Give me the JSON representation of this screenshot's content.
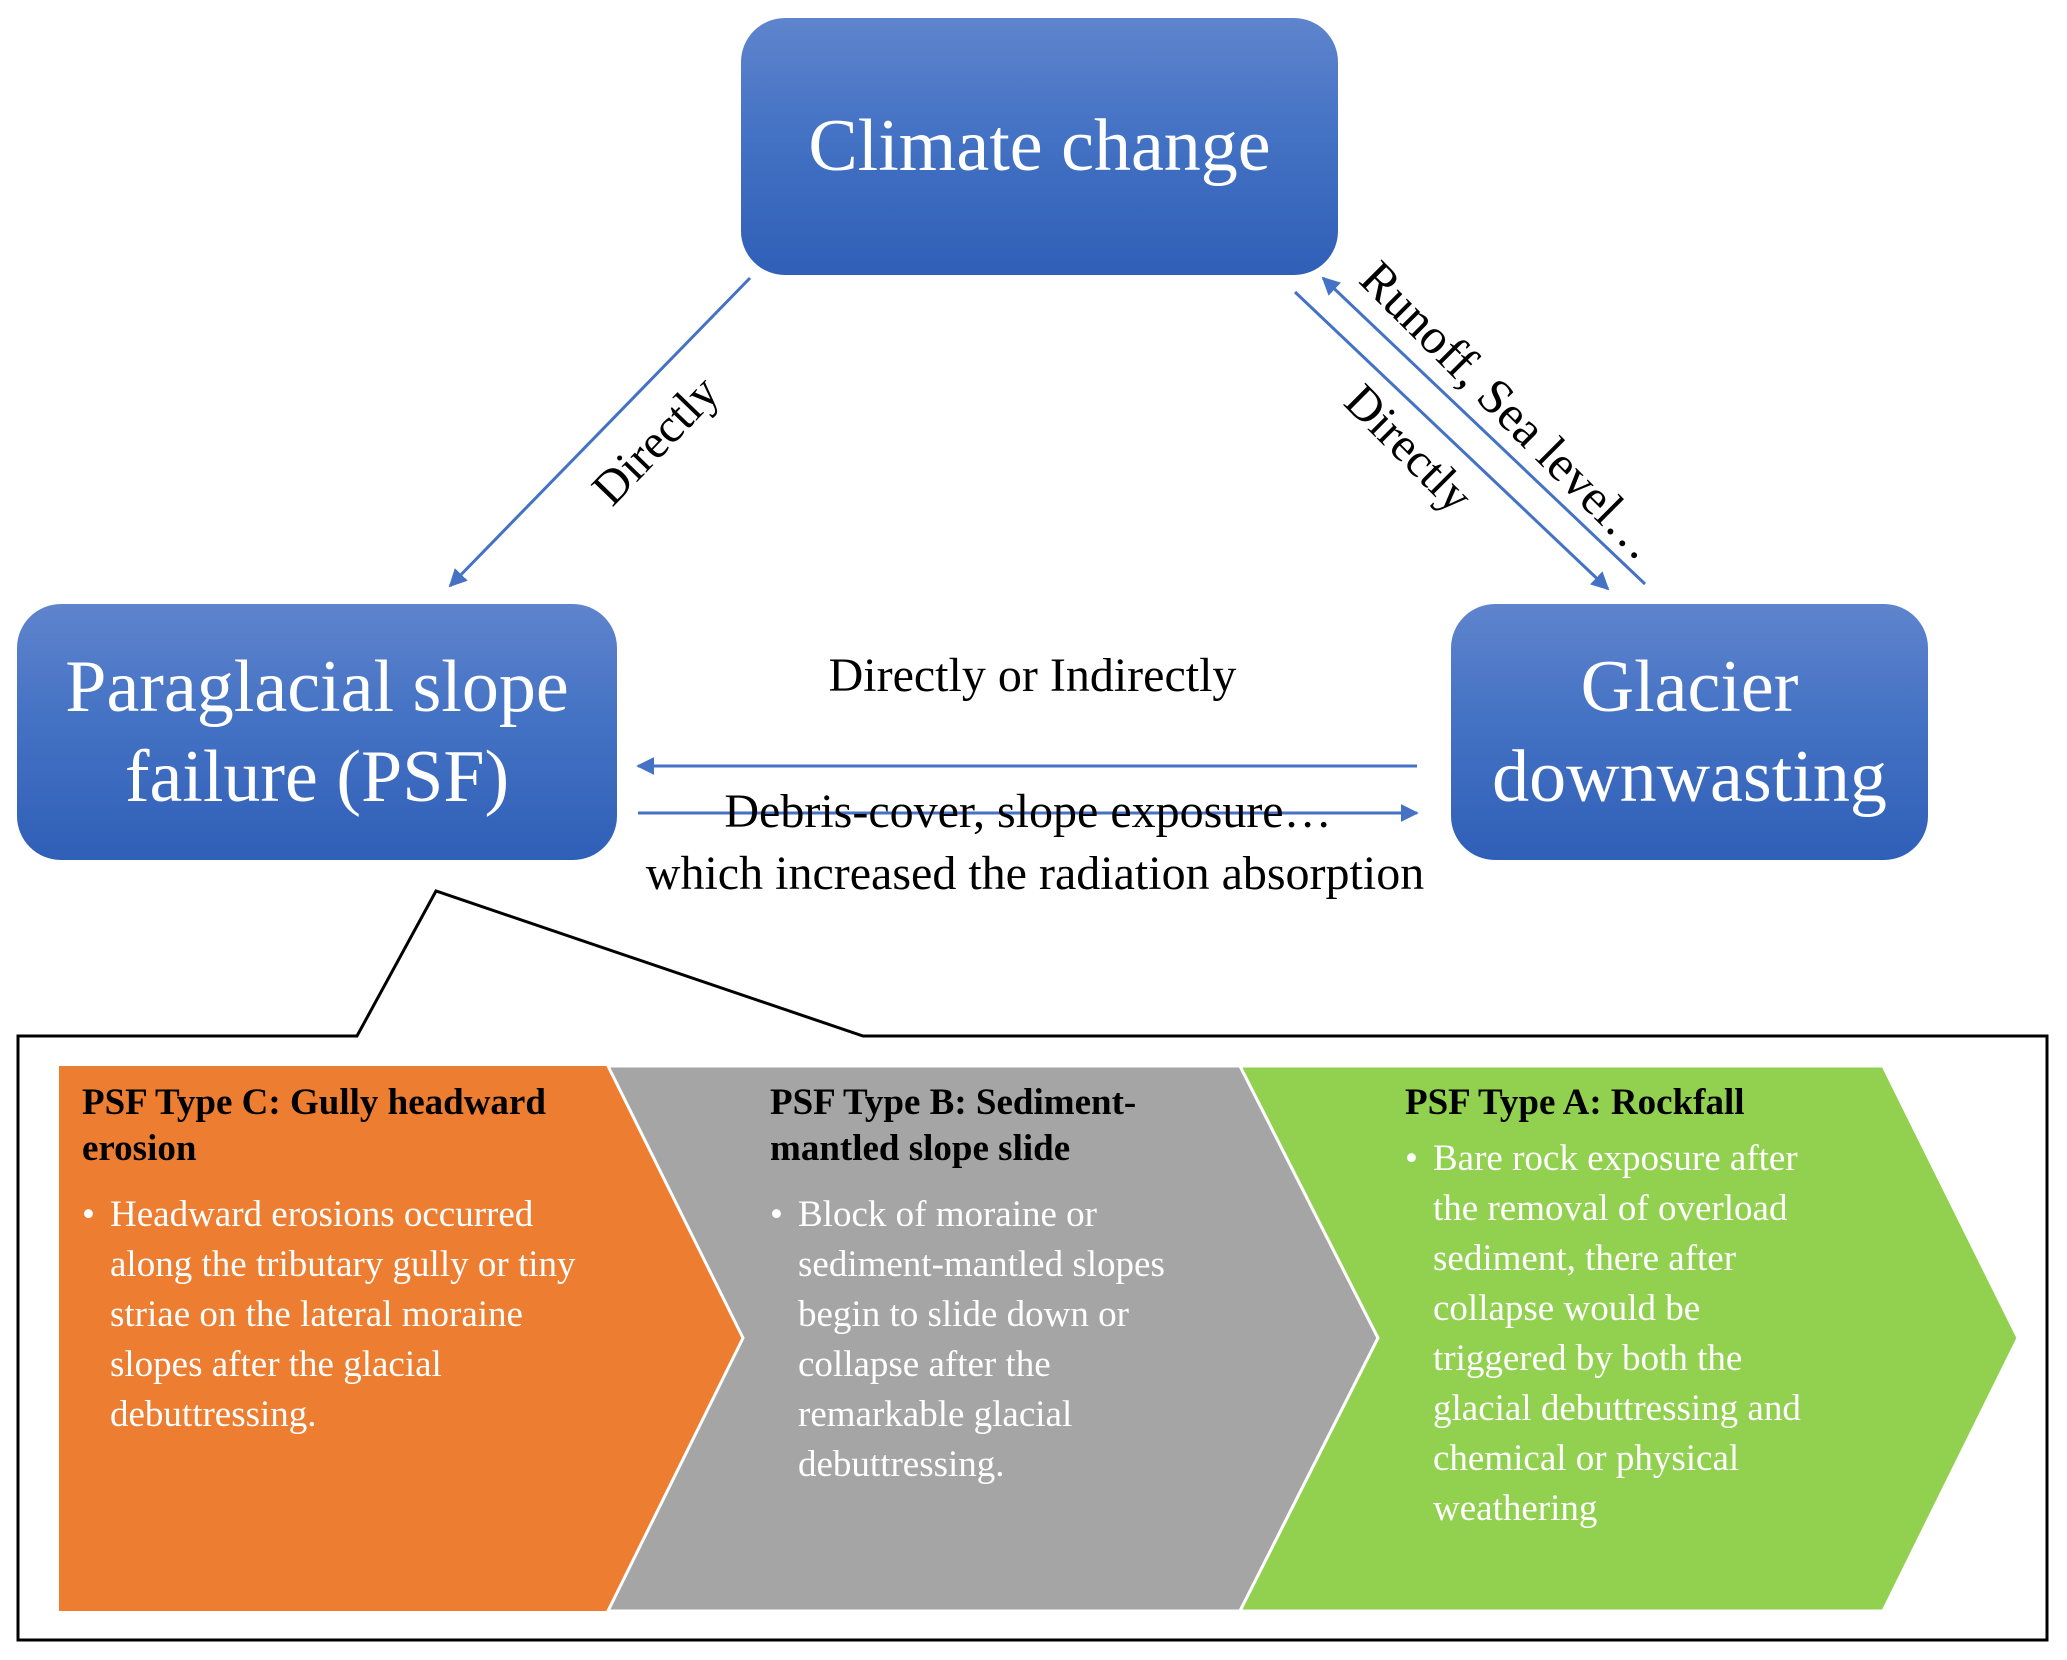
{
  "colors": {
    "node_blue": "#4472c4",
    "arrow_blue": "#4472c4",
    "type_c": "#ed7d31",
    "type_b": "#a5a5a5",
    "type_a": "#92d050"
  },
  "nodes": {
    "climate": "Climate change",
    "psf": [
      "Paraglacial slope",
      "failure (PSF)"
    ],
    "glacier": [
      "Glacier",
      "downwasting"
    ]
  },
  "edges": {
    "climate_to_psf": "Directly",
    "climate_to_glacier": "Directly",
    "glacier_to_climate": "Runoff, Sea level…",
    "glacier_to_psf": "Directly or Indirectly",
    "psf_to_glacier": [
      "Debris-cover, slope exposure…",
      "which increased the radiation absorption"
    ]
  },
  "psf_types": [
    {
      "title": "PSF Type C: Gully headward erosion",
      "bullet": "Headward erosions occurred along the tributary gully or tiny striae on the lateral moraine slopes after the glacial debuttressing."
    },
    {
      "title": "PSF Type B: Sediment-mantled slope slide",
      "bullet": "Block of moraine or sediment-mantled slopes begin to slide down or collapse after the remarkable glacial debuttressing."
    },
    {
      "title": "PSF Type A: Rockfall",
      "bullet": "Bare rock exposure after the removal of overload sediment, there after collapse would be triggered by both the glacial debuttressing and chemical or physical weathering"
    }
  ]
}
